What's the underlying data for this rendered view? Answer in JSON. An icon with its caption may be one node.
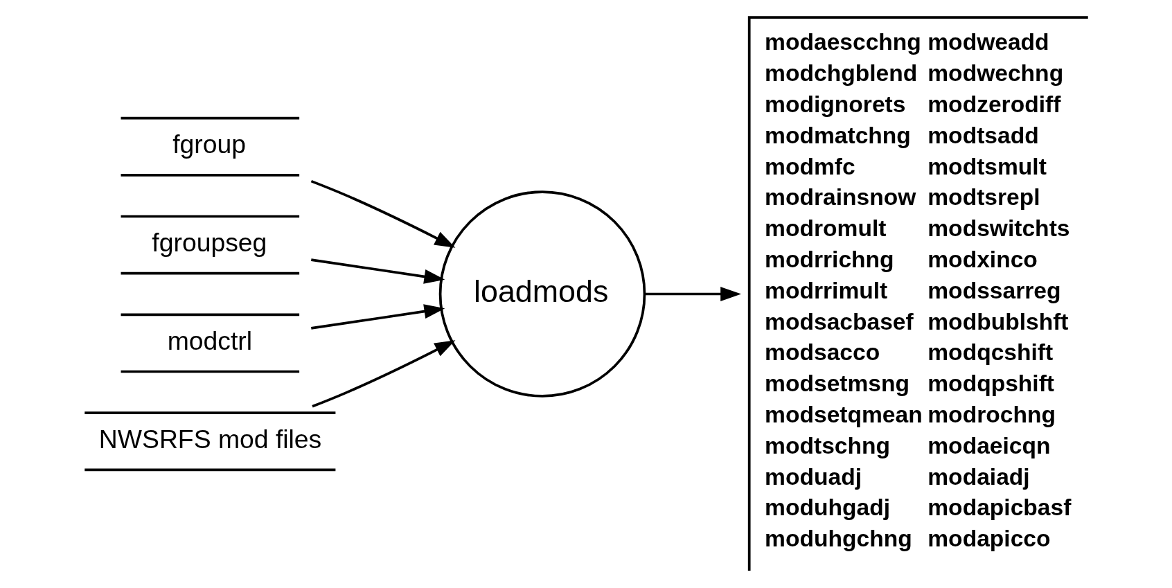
{
  "diagram": {
    "nodes": [
      {
        "text": [
          "fgroup"
        ]
      },
      {
        "text": [
          "fgroupseg"
        ]
      },
      {
        "text": [
          "modctrl"
        ]
      },
      {
        "text": [
          "NWSRFS mod files"
        ]
      },
      {
        "text": [
          "loadmods"
        ]
      },
      {
        "text": [
          "modaescchng",
          "modchgblend",
          "modignorets",
          "modmatchng",
          "modmfc",
          "modrainsnow",
          "modromult",
          "modrrichng",
          "modrrimult",
          "modsacbasef",
          "modsacco",
          "modsetmsng",
          "modsetqmean",
          "modtschng",
          "moduadj",
          "moduhgadj",
          "moduhgchng",
          "modweadd",
          "modwechng",
          "modzerodiff",
          "modtsadd",
          "modtsmult",
          "modtsrepl",
          "modswitchts",
          "modxinco",
          "modssarreg",
          "modbublshft",
          "modqcshift",
          "modqpshift",
          "modrochng",
          "modaeicqn",
          "modaiadj",
          "modapicbasf",
          "modapicco"
        ]
      }
    ],
    "edges": [
      {
        "from": 0,
        "to": 4,
        "arrow": "to"
      },
      {
        "from": 1,
        "to": 4,
        "arrow": "to"
      },
      {
        "from": 2,
        "to": 4,
        "arrow": "to"
      },
      {
        "from": 3,
        "to": 4,
        "arrow": "to"
      },
      {
        "from": 4,
        "to": 5,
        "arrow": "to"
      }
    ]
  }
}
